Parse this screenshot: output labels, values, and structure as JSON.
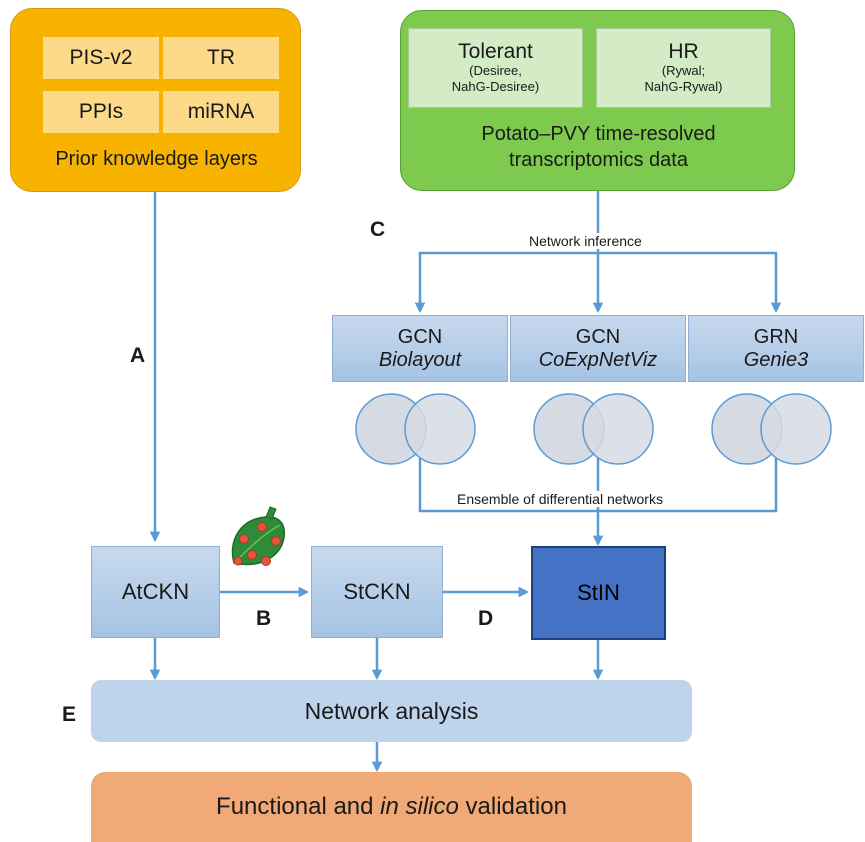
{
  "prior_knowledge": {
    "layers": [
      "PIS-v2",
      "TR",
      "PPIs",
      "miRNA"
    ],
    "caption": "Prior knowledge layers"
  },
  "transcriptomics": {
    "conditions": [
      {
        "name": "Tolerant",
        "detail_1": "(Desiree,",
        "detail_2": "NahG-Desiree)"
      },
      {
        "name": "HR",
        "detail_1": "(Rywal;",
        "detail_2": "NahG-Rywal)"
      }
    ],
    "caption_line1": "Potato–PVY time-resolved",
    "caption_line2": "transcriptomics data"
  },
  "steps": {
    "a": "A",
    "b": "B",
    "c": "C",
    "d": "D",
    "e": "E"
  },
  "network_inference_label": "Network inference",
  "networks": [
    {
      "kind": "GCN",
      "tool": "Biolayout"
    },
    {
      "kind": "GCN",
      "tool": "CoExpNetViz"
    },
    {
      "kind": "GRN",
      "tool": "Genie3"
    }
  ],
  "ensemble_label": "Ensemble of differential networks",
  "knowledge_networks": {
    "at": "AtCKN",
    "st": "StCKN",
    "stin": "StIN"
  },
  "analysis_label": "Network analysis",
  "validation": {
    "prefix": "Functional and ",
    "italic": "in silico",
    "suffix": " validation"
  },
  "colors": {
    "prior_panel": "#f7b300",
    "layer_tile": "#fdd98a",
    "potato_panel": "#7dca4e",
    "condition_tile": "#d3ecc5",
    "network_box": "#b7cfea",
    "venn_fill": "#d6dae3",
    "stin_box": "#4472c4",
    "analysis_bar": "#bed3ec",
    "validation_bar": "#f1aa77",
    "arrow": "#5b9bd5"
  },
  "icons": [
    "leaf-icon",
    "venn-diagram-icon"
  ]
}
